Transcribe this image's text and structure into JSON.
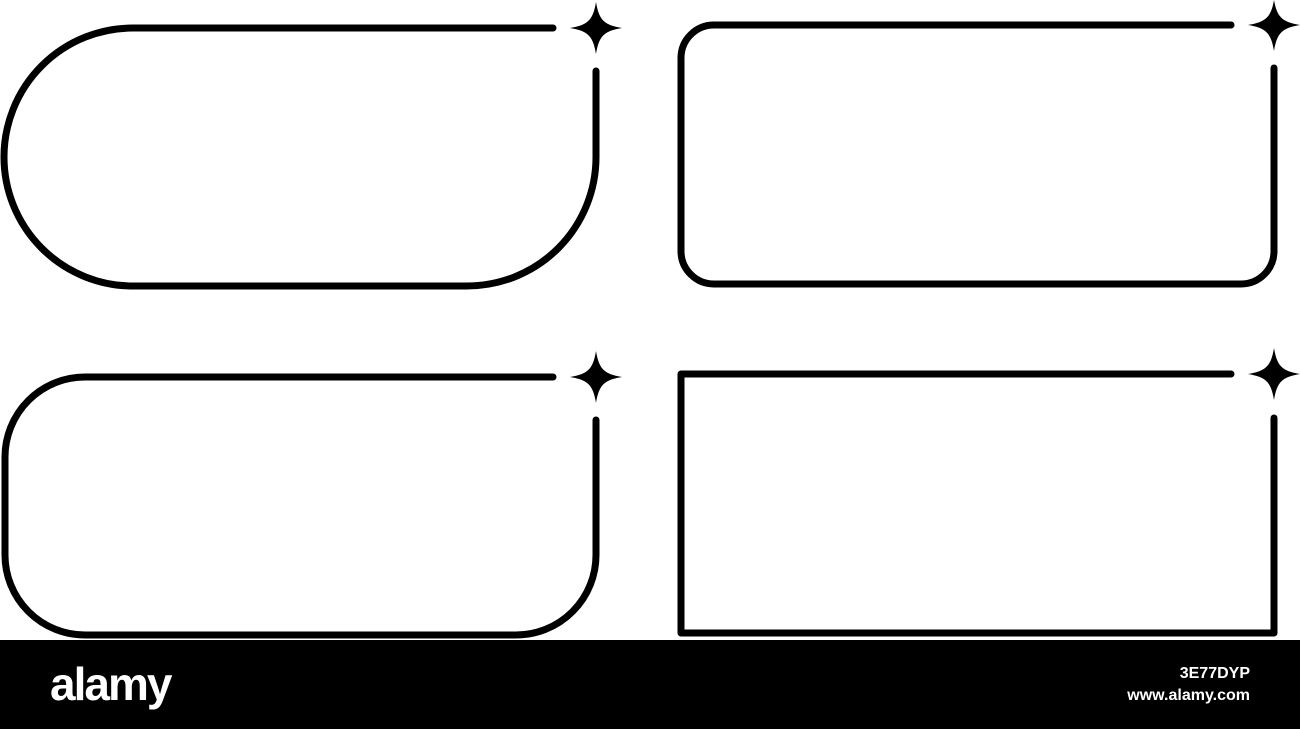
{
  "frames": [
    {
      "id": "stadium",
      "corner": "full-left-round"
    },
    {
      "id": "rounded-small",
      "corner": "small-round"
    },
    {
      "id": "rounded-large",
      "corner": "large-round"
    },
    {
      "id": "square",
      "corner": "square"
    }
  ],
  "accent_color": "#000000",
  "icons": [
    "sparkle-icon"
  ],
  "watermark": {
    "logo": "alamy",
    "image_id": "3E77DYP",
    "url": "www.alamy.com"
  }
}
